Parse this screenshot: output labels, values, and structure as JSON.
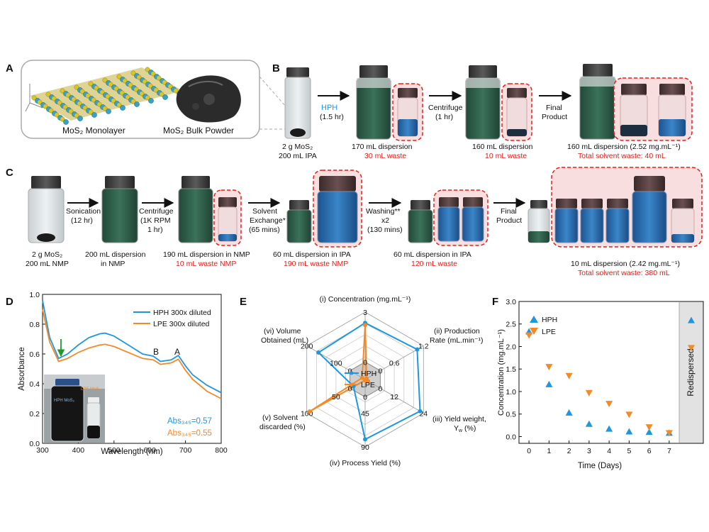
{
  "panels": {
    "a": "A",
    "b": "B",
    "c": "C",
    "d": "D",
    "e": "E",
    "f": "F"
  },
  "panel_a": {
    "monolayer": "MoS₂ Monolayer",
    "bulk": "MoS₂ Bulk Powder"
  },
  "panel_b": {
    "start_line1": "2 g MoS₂",
    "start_line2": "200 mL IPA",
    "step1_name": "HPH",
    "step1_time": "(1.5 hr)",
    "step1_result": "170 mL dispersion",
    "step1_waste": "30 mL waste",
    "step2_name": "Centrifuge",
    "step2_time": "(1 hr)",
    "step2_result": "160 mL dispersion",
    "step2_waste": "10 mL waste",
    "step3_line1": "Final",
    "step3_line2": "Product",
    "final_result": "160 mL dispersion (2.52 mg.mL⁻¹)",
    "final_waste": "Total solvent waste: 40 mL"
  },
  "panel_c": {
    "start_line1": "2 g MoS₂",
    "start_line2": "200 mL NMP",
    "s1_line1": "Sonication",
    "s1_line2": "(12 hr)",
    "r1_line1": "200 mL dispersion",
    "r1_line2": "in NMP",
    "s2_line1": "Centrifuge",
    "s2_line2": "(1K RPM",
    "s2_line3": "1 hr)",
    "r2": "190 mL dispersion in NMP",
    "w2": "10 mL waste NMP",
    "s3_line1": "Solvent",
    "s3_line2": "Exchange*",
    "s3_line3": "(65 mins)",
    "r3": "60 mL dispersion in IPA",
    "w3": "190 mL waste NMP",
    "s4_line1": "Washing**",
    "s4_line2": "x2",
    "s4_line3": "(130 mins)",
    "r4": "60 mL dispersion in IPA",
    "w4": "120 mL waste",
    "s5_line1": "Final",
    "s5_line2": "Product",
    "final_result": "10 mL dispersion (2.42 mg.mL⁻¹)",
    "final_waste": "Total solvent waste: 380 mL"
  },
  "colors": {
    "hph": "#1f97e0",
    "lpe": "#f28a2a",
    "waste_red": "#e0201b",
    "dispersion_green": "#2f5f48",
    "ipa_blue": "#2a6fb0"
  },
  "chart_data": [
    {
      "type": "line",
      "ylabel": "Absorbance",
      "xlabel": "Wavelength (nm)",
      "xlim": [
        300,
        800
      ],
      "ylim": [
        0.0,
        1.0
      ],
      "x_ticks": [
        "300",
        "400",
        "500",
        "600",
        "700",
        "800"
      ],
      "y_ticks": [
        "0.0",
        "0.2",
        "0.4",
        "0.6",
        "0.8",
        "1.0"
      ],
      "legend": "top-right",
      "series": [
        {
          "name": "HPH 300x diluted",
          "x": [
            300,
            320,
            345,
            370,
            400,
            430,
            460,
            475,
            500,
            540,
            580,
            610,
            630,
            660,
            680,
            700,
            720,
            760,
            800
          ],
          "values": [
            0.96,
            0.71,
            0.57,
            0.6,
            0.66,
            0.71,
            0.735,
            0.74,
            0.72,
            0.66,
            0.6,
            0.585,
            0.55,
            0.56,
            0.59,
            0.52,
            0.46,
            0.39,
            0.34
          ]
        },
        {
          "name": "LPE 300x diluted",
          "x": [
            300,
            320,
            345,
            370,
            400,
            430,
            460,
            475,
            500,
            540,
            580,
            610,
            630,
            660,
            680,
            700,
            720,
            760,
            800
          ],
          "values": [
            0.9,
            0.68,
            0.55,
            0.57,
            0.61,
            0.64,
            0.66,
            0.665,
            0.65,
            0.61,
            0.57,
            0.56,
            0.53,
            0.54,
            0.565,
            0.49,
            0.43,
            0.35,
            0.3
          ]
        }
      ],
      "annotations": [
        "B",
        "A"
      ],
      "abs_hph": "Abs₃₄₅=0.57",
      "abs_lpe": "Abs₃₄₅=0.55",
      "photo_labels": [
        "HPH MoS₂",
        "LPE MoS₂"
      ]
    },
    {
      "type": "radar",
      "axes": [
        {
          "label": "(i) Concentration (mg.mL⁻¹)",
          "max": 3,
          "ticks": [
            "0",
            "3"
          ]
        },
        {
          "label": "(ii) Production Rate (mL.min⁻¹)",
          "max": 1.2,
          "ticks": [
            "0",
            "0.6",
            "1.2"
          ]
        },
        {
          "label": "(iii) Yield weight, Yw (%)",
          "max": 24,
          "ticks": [
            "0",
            "12",
            "24"
          ]
        },
        {
          "label": "(iv) Process Yield (%)",
          "max": 90,
          "ticks": [
            "0",
            "45",
            "90"
          ]
        },
        {
          "label": "(v) Solvent discarded (%)",
          "max": 100,
          "ticks": [
            "0",
            "50",
            "100"
          ]
        },
        {
          "label": "(vi) Volume Obtained (mL)",
          "max": 200,
          "ticks": [
            "0",
            "100",
            "200"
          ]
        }
      ],
      "series": [
        {
          "name": "HPH",
          "values": [
            2.52,
            1.07,
            22.6,
            80,
            20,
            160
          ]
        },
        {
          "name": "LPE",
          "values": [
            2.42,
            0.03,
            1.2,
            1,
            95,
            10
          ]
        }
      ]
    },
    {
      "type": "scatter",
      "ylabel": "Concentration (mg.mL⁻¹)",
      "xlabel": "Time (Days)",
      "xlim": [
        -0.5,
        7.5
      ],
      "ylim": [
        -0.15,
        3.0
      ],
      "x_ticks": [
        "0",
        "1",
        "2",
        "3",
        "4",
        "5",
        "6",
        "7"
      ],
      "y_ticks": [
        "0.0",
        "0.5",
        "1.0",
        "1.5",
        "2.0",
        "2.5",
        "3.0"
      ],
      "legend": "top-left",
      "series": [
        {
          "name": "HPH",
          "x": [
            0,
            1,
            2,
            3,
            4,
            5,
            6,
            7
          ],
          "values": [
            2.33,
            1.16,
            0.53,
            0.28,
            0.17,
            0.11,
            0.1,
            0.08
          ]
        },
        {
          "name": "LPE",
          "x": [
            0,
            1,
            2,
            3,
            4,
            5,
            6,
            7
          ],
          "values": [
            2.25,
            1.55,
            1.35,
            0.97,
            0.73,
            0.49,
            0.21,
            0.08
          ]
        }
      ],
      "redispersed_label": "Redispersed",
      "redispersed_values": {
        "HPH": 2.58,
        "LPE": 1.97
      }
    }
  ]
}
